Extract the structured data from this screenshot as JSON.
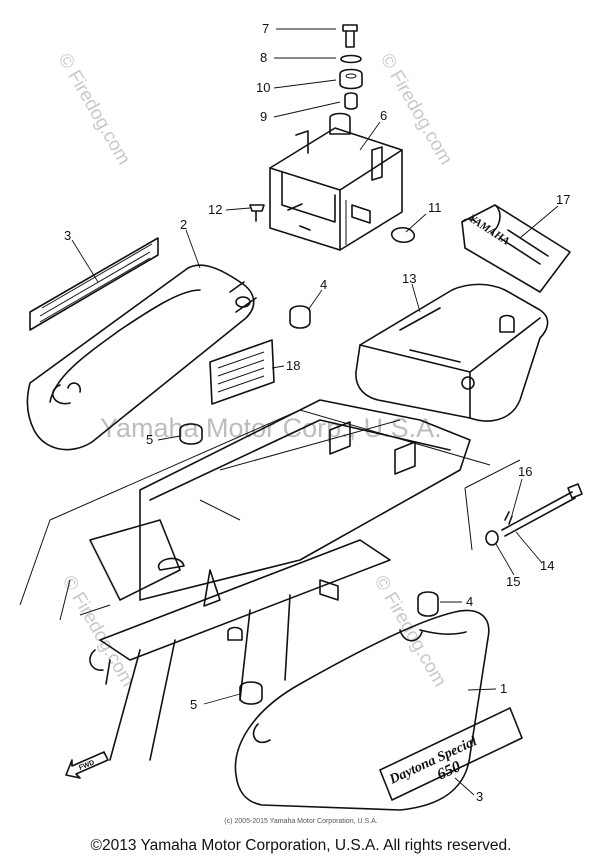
{
  "diagram": {
    "callouts": [
      "7",
      "8",
      "10",
      "9",
      "6",
      "12",
      "11",
      "17",
      "3",
      "2",
      "4",
      "13",
      "18",
      "5",
      "16",
      "14",
      "15",
      "4",
      "1",
      "5",
      "3"
    ],
    "watermark_brand": "© Firedog.com",
    "watermark_center": "Yamaha Motor Corp., U.S.A.",
    "decal_label": "Daytona Special",
    "decal_sub": "650",
    "fwd_label": "FWD",
    "battery_label": "YAMAHA",
    "icons": [
      "forward-arrow-icon"
    ]
  },
  "footer": {
    "small_copyright": "(c) 2005-2015 Yamaha Motor Corporation, U.S.A.",
    "main_copyright": "©2013 Yamaha Motor Corporation, U.S.A. All rights reserved."
  }
}
